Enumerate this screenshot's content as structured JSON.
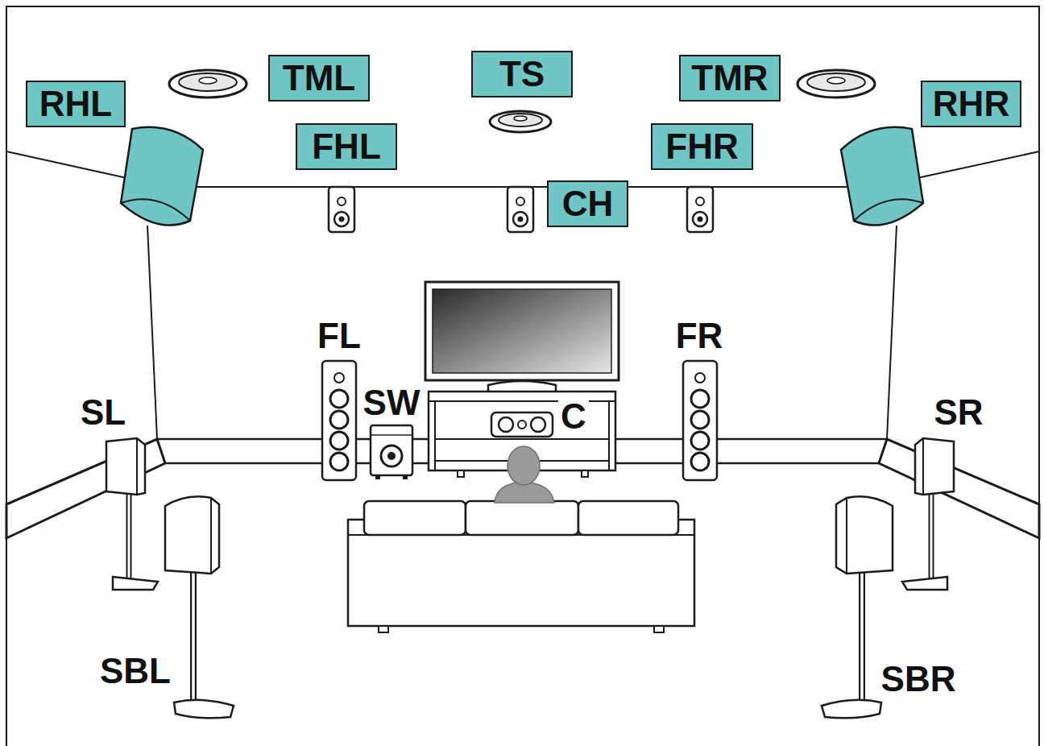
{
  "diagram": {
    "nodes": [
      {
        "text": [
          "RHL"
        ]
      },
      {
        "text": [
          "TML"
        ]
      },
      {
        "text": [
          "TS"
        ]
      },
      {
        "text": [
          "TMR"
        ]
      },
      {
        "text": [
          "RHR"
        ]
      },
      {
        "text": [
          "FHL"
        ]
      },
      {
        "text": [
          "FHR"
        ]
      },
      {
        "text": [
          "CH"
        ]
      }
    ],
    "labels": [
      "FL",
      "FR",
      "SW",
      "C",
      "SL",
      "SR",
      "SBL",
      "SBR"
    ]
  }
}
